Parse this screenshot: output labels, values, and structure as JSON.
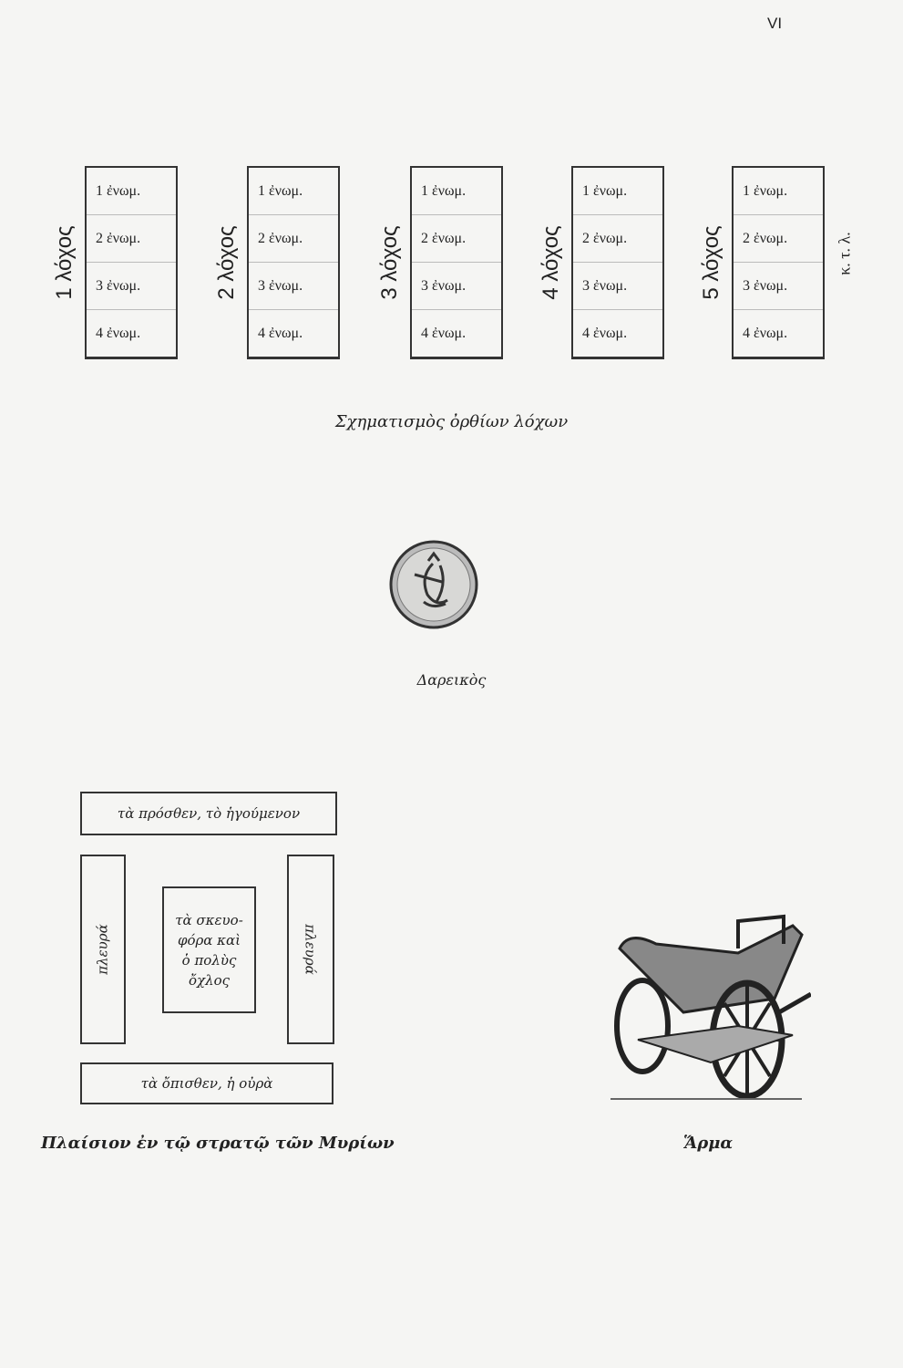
{
  "page_number": "VI",
  "lochoi": [
    {
      "label": "1 λόχος",
      "rows": [
        "1 ἐνωμ.",
        "2 ἐνωμ.",
        "3 ἐνωμ.",
        "4 ἐνωμ."
      ]
    },
    {
      "label": "2 λόχος",
      "rows": [
        "1 ἐνωμ.",
        "2 ἐνωμ.",
        "3 ἐνωμ.",
        "4 ἐνωμ."
      ]
    },
    {
      "label": "3 λόχος",
      "rows": [
        "1 ἐνωμ.",
        "2 ἐνωμ.",
        "3 ἐνωμ.",
        "4 ἐνωμ."
      ]
    },
    {
      "label": "4 λόχος",
      "rows": [
        "1 ἐνωμ.",
        "2 ἐνωμ.",
        "3 ἐνωμ.",
        "4 ἐνωμ."
      ]
    },
    {
      "label": "5 λόχος",
      "rows": [
        "1 ἐνωμ.",
        "2 ἐνωμ.",
        "3 ἐνωμ.",
        "4 ἐνωμ."
      ]
    }
  ],
  "etc": "κ. τ. λ.",
  "formation_caption": "Σχηματισμὸς ὀρθίων λόχων",
  "coin_caption": "Δαρεικὸς",
  "plaision": {
    "front": "τὰ πρόσθεν, τὸ ἡγούμενον",
    "left_flank": "πλευρά",
    "right_flank": "πλευρά",
    "center_lines": [
      "τὰ σκευο-",
      "φόρα καὶ",
      "ὁ πολὺς",
      "ὄχλος"
    ],
    "rear": "τὰ ὄπισθεν, ἡ οὐρὰ",
    "caption": "Πλαίσιον ἐν τῷ στρατῷ τῶν Μυρίων"
  },
  "chariot_caption": "Ἅρμα"
}
